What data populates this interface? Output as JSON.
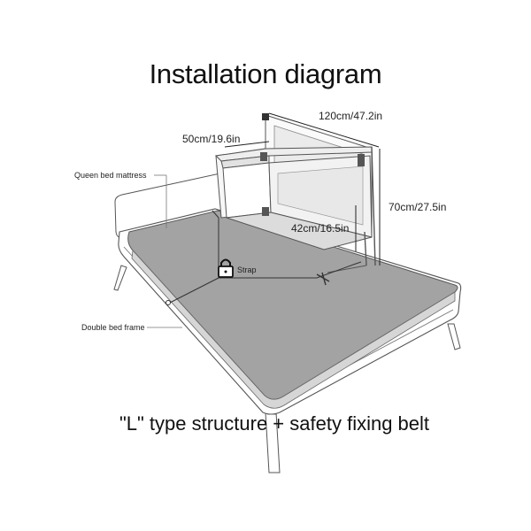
{
  "title": "Installation diagram",
  "caption": "\"L\" type structure + safety fixing belt",
  "dimensions": {
    "width": "120cm/47.2in",
    "depth": "50cm/19.6in",
    "height": "70cm/27.5in",
    "inner_height": "42cm/16.5in"
  },
  "callouts": {
    "mattress": "Queen bed mattress",
    "frame": "Double bed frame",
    "strap": "Strap"
  },
  "icons": {
    "lock": "lock-icon"
  },
  "colors": {
    "mattress": "#a3a3a3",
    "outline": "#555555",
    "text": "#111111"
  }
}
